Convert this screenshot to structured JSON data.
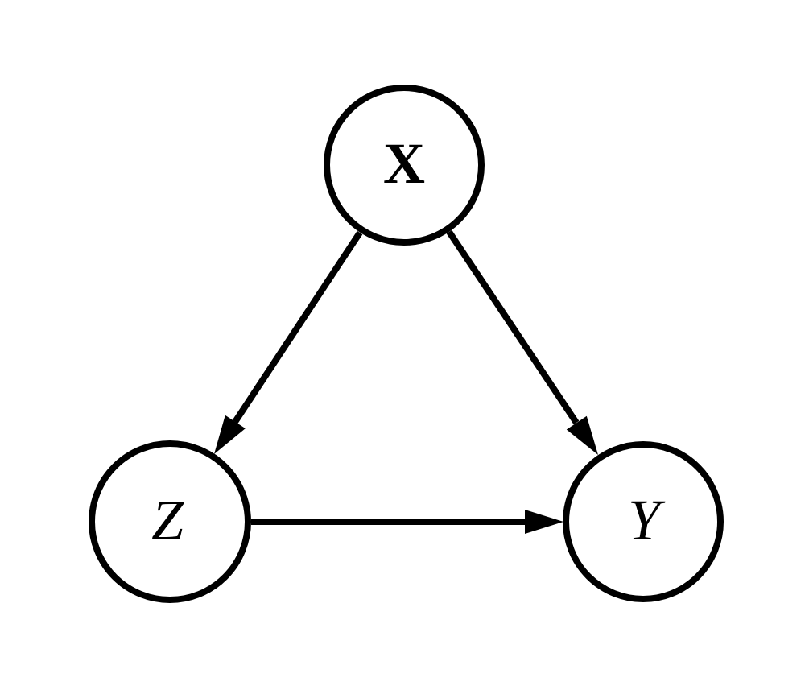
{
  "diagram": {
    "type": "directed-graph",
    "description": "Causal DAG with three nodes and three directed edges",
    "colors": {
      "background": "#ffffff",
      "stroke": "#000000",
      "node_fill": "#ffffff"
    },
    "nodes": [
      {
        "id": "X",
        "label": "X",
        "font_style": "bold-upright-serif",
        "position": "top-center"
      },
      {
        "id": "Z",
        "label": "Z",
        "font_style": "italic-serif",
        "position": "bottom-left"
      },
      {
        "id": "Y",
        "label": "Y",
        "font_style": "italic-serif",
        "position": "bottom-right"
      }
    ],
    "edges": [
      {
        "from": "X",
        "to": "Z"
      },
      {
        "from": "X",
        "to": "Y"
      },
      {
        "from": "Z",
        "to": "Y"
      }
    ]
  }
}
